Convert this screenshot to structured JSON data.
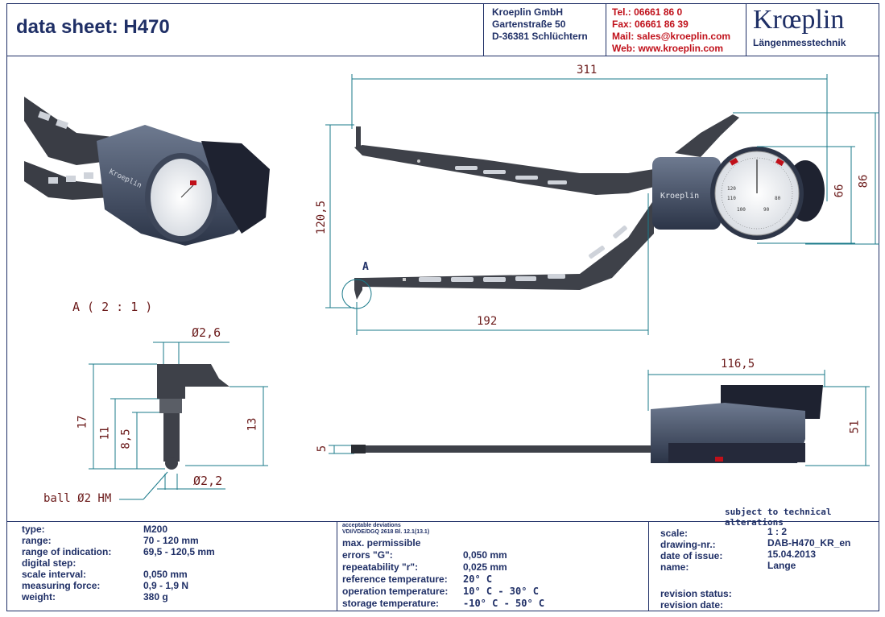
{
  "header": {
    "title": "data sheet:  H470",
    "company": [
      "Kroeplin GmbH",
      "Gartenstraße 50",
      "D-36381 Schlüchtern"
    ],
    "contact": [
      "Tel.:  06661 86 0",
      "Fax:  06661 86 39",
      "Mail: sales@kroeplin.com",
      "Web: www.kroeplin.com"
    ],
    "logo": "Krœplin",
    "logo_sub": "Längenmesstechnik"
  },
  "drawing": {
    "dims": {
      "length_total": "311",
      "length_lower": "192",
      "height_open": "120,5",
      "dial_66": "66",
      "body_86": "86",
      "depth_116": "116,5",
      "height_51": "51",
      "thickness_5": "5",
      "d26": "Ø2,6",
      "d22": "Ø2,2",
      "h17": "17",
      "h11": "11",
      "h85": "8,5",
      "h13": "13",
      "ball": "ball Ø2 HM",
      "detail_label": "A ( 2 : 1 )",
      "detail_marker": "A"
    },
    "gauge_brand": "Kroeplin",
    "dial_numbers": [
      "110",
      "100",
      "90",
      "80",
      "120"
    ]
  },
  "note": "subject to technical alterations",
  "specs_left": {
    "labels": [
      "type:",
      "range:",
      "range of indication:",
      "digital step:",
      "scale interval:",
      "measuring force:",
      "weight:"
    ],
    "values": [
      "M200",
      "70 - 120 mm",
      "69,5 - 120,5 mm",
      "",
      "0,050 mm",
      "0,9 - 1,9 N",
      "380 g"
    ]
  },
  "specs_mid": {
    "caption1": "acceptable deviations",
    "caption2": "VDI/VDE/DGQ 2618 Bl. 12.1(13.1)",
    "heading": "max. permissible",
    "labels": [
      "errors \"G\":",
      "repeatability \"r\":",
      "reference temperature:",
      "operation temperature:",
      "storage temperature:"
    ],
    "values": [
      "0,050 mm",
      "0,025 mm",
      "20° C",
      "10° C - 30° C",
      "-10° C - 50° C"
    ]
  },
  "specs_right": {
    "labels": [
      "scale:",
      "drawing-nr.:",
      "date of issue:",
      "name:"
    ],
    "values": [
      "1 : 2",
      "DAB-H470_KR_en",
      "15.04.2013",
      "Lange"
    ],
    "rev_labels": [
      "revision status:",
      "revision date:"
    ]
  }
}
